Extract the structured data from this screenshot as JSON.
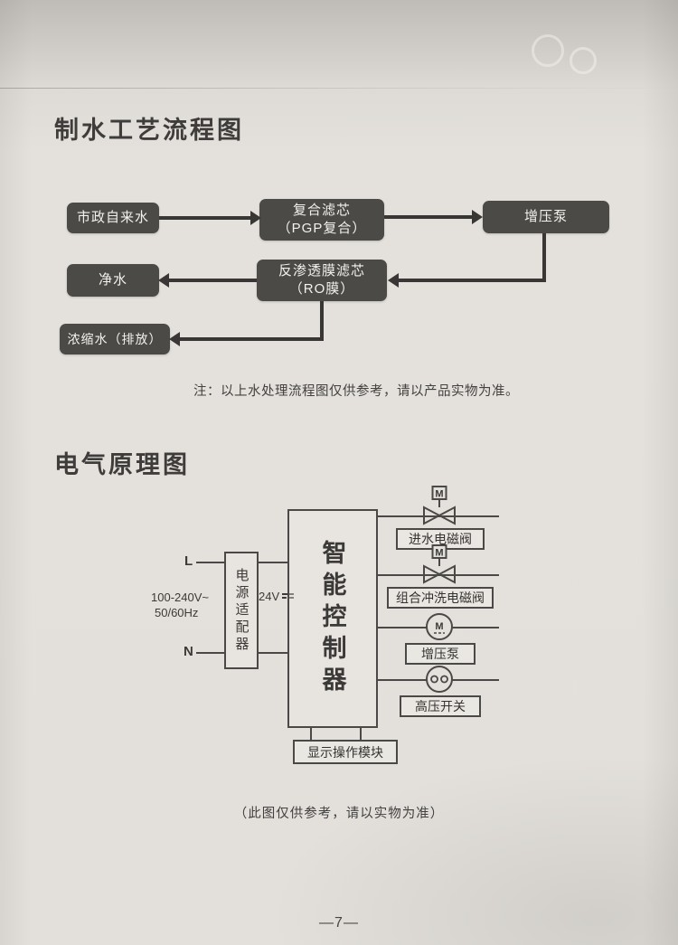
{
  "page": {
    "number": "—7—"
  },
  "flow": {
    "title": "制水工艺流程图",
    "note": "注：以上水处理流程图仅供参考，请以产品实物为准。",
    "boxes": {
      "tap": "市政自来水",
      "composite1": "复合滤芯",
      "composite2": "（PGP复合）",
      "pump": "增压泵",
      "ro1": "反渗透膜滤芯",
      "ro2": "（RO膜）",
      "pure": "净水",
      "concentrate": "浓缩水（排放）"
    }
  },
  "electrical": {
    "title": "电气原理图",
    "line_l": "L",
    "line_n": "N",
    "voltage": "100-240V~",
    "frequency": "50/60Hz",
    "dc_voltage": "24V",
    "adapter": "电源适配器",
    "controller": "智能控制器",
    "devices": [
      {
        "label": "进水电磁阀",
        "symbol_letter": "M"
      },
      {
        "label": "组合冲洗电磁阀",
        "symbol_letter": "M"
      },
      {
        "label": "增压泵",
        "symbol_letter": "M"
      },
      {
        "label": "高压开关"
      }
    ],
    "display_module": "显示操作模块",
    "caption": "（此图仅供参考，请以实物为准）"
  }
}
